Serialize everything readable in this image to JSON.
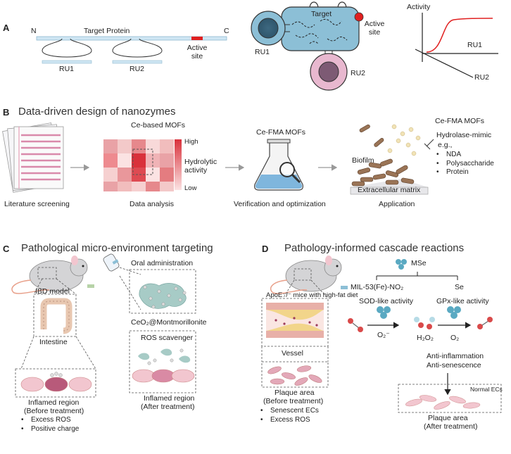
{
  "panels": {
    "A": {
      "letter": "A",
      "n_terminus": "N",
      "c_terminus": "C",
      "protein_label": "Target Protein",
      "ru1": "RU1",
      "ru2": "RU2",
      "active_site": "Active site",
      "target_label": "Target",
      "active_site_3d": "Active site",
      "ru1_3d": "RU1",
      "ru2_3d": "RU2",
      "graph_ylabel": "Activity",
      "graph_ru1": "RU1",
      "graph_ru2": "RU2"
    },
    "B": {
      "letter": "B",
      "title": "Data-driven design of nanozymes",
      "ce_mofs": "Ce-based MOFs",
      "high": "High",
      "low": "Low",
      "hydrolytic": "Hydrolytic",
      "activity": "activity",
      "flask_label": "Ce-FMA MOFs",
      "app_mofs": "Ce-FMA MOFs",
      "hydrolase": "Hydrolase-mimic",
      "eg": "e.g.,",
      "substrates": [
        "NDA",
        "Polysaccharide",
        "Protein"
      ],
      "biofilm": "Biofilm",
      "ecm": "Extracellular matrix",
      "steps": [
        "Literature screening",
        "Data analysis",
        "Verification and optimization",
        "Application"
      ]
    },
    "C": {
      "letter": "C",
      "title": "Pathological micro-environment targeting",
      "ibd": "IBD model",
      "oral": "Oral administration",
      "ceo2": "CeO₂@Montmorillonite",
      "ros_scav": "ROS scavenger",
      "intestine": "Intestine",
      "inflamed_before_1": "Inflamed region",
      "inflamed_before_2": "(Before treatment)",
      "before_bullets": [
        "Excess ROS",
        "Positive charge"
      ],
      "inflamed_after_1": "Inflamed region",
      "inflamed_after_2": "(After treatment)"
    },
    "D": {
      "letter": "D",
      "title": "Pathology-informed cascade reactions",
      "mse": "MSe",
      "mil": "MIL-53(Fe)-NO₂",
      "se": "Se",
      "apoe": "ApoE⁻/⁻ mice with high-fat diet",
      "sod": "SOD-like activity",
      "gpx": "GPx-like activity",
      "o2minus": "O₂⁻",
      "h2o2": "H₂O₂",
      "o2": "O₂",
      "anti_inflam": "Anti-inflammation",
      "anti_sen": "Anti-senescence",
      "vessel": "Vessel",
      "plaque_before_1": "Plaque area",
      "plaque_before_2": "(Before treatment)",
      "before_bullets": [
        "Senescent ECs",
        "Excess ROS"
      ],
      "normal_ecs": "Normal ECs",
      "plaque_after_1": "Plaque area",
      "plaque_after_2": "(After treatment)"
    }
  },
  "colors": {
    "accent_red": "#e02020",
    "target_blue": "#8cbfd6",
    "ru1_teal": "#4a7e99",
    "ru2_pink": "#c98bb0",
    "heat_high": "#d9313b",
    "heat_low": "#fbe3e3",
    "cell_pink": "#f2c6cf",
    "ecm_gray": "#e7e7ea"
  }
}
